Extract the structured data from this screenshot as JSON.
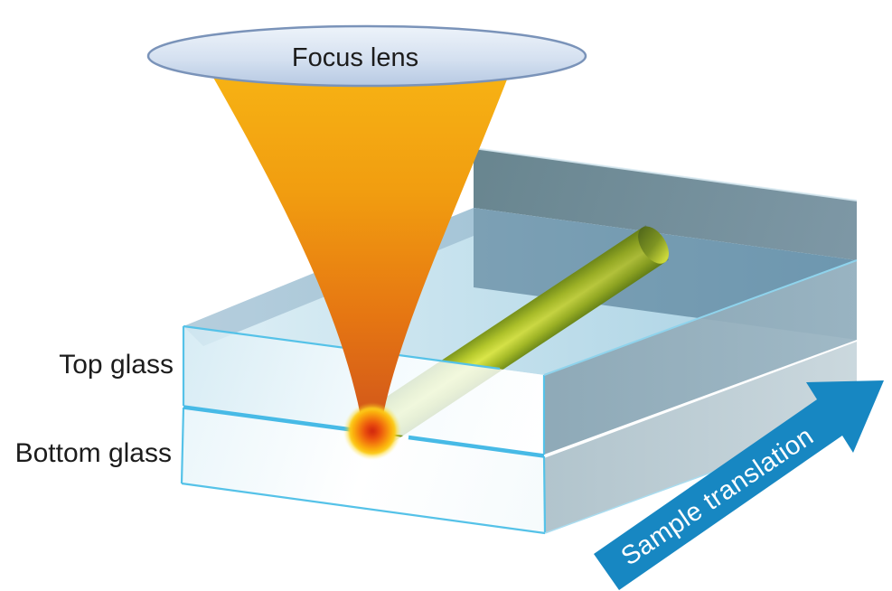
{
  "figure": {
    "background": "#ffffff",
    "labels": {
      "focus_lens": "Focus lens",
      "top_glass": "Top glass",
      "bottom_glass": "Bottom glass",
      "sample_translation": "Sample translation"
    },
    "colors": {
      "lens_fill_top": "#e9f0f8",
      "lens_fill_bottom": "#bccee5",
      "lens_border": "#7a93b9",
      "beam_top": "#f7b414",
      "beam_bottom": "#d4541b",
      "glass_edge": "#55c2e8",
      "glass_top_face": "#d9edf5",
      "waveguide_bright": "#dce84a",
      "waveguide_dark": "#74901b",
      "focal_spot_center": "#cf2310",
      "focal_spot_edge": "#fdd722",
      "back_panel": "#71909c",
      "arrow_blue": "#1787c2",
      "arrow_text": "#ffffff",
      "label_text": "#1c1c1c"
    }
  }
}
